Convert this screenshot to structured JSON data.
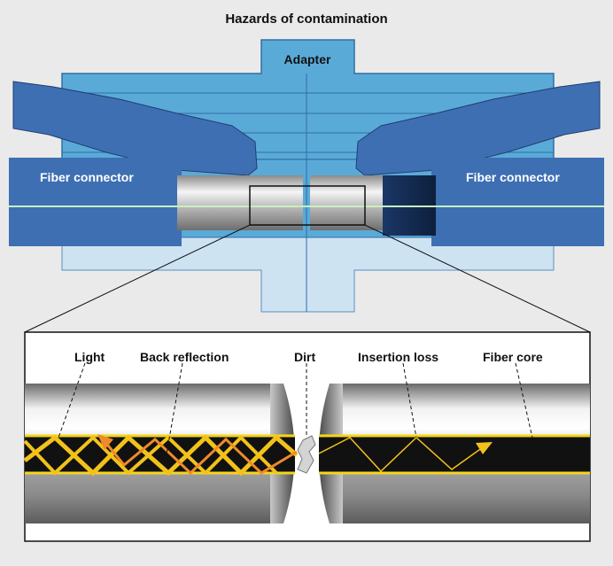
{
  "title": "Hazards of contamination",
  "labels": {
    "adapter": "Adapter",
    "connector_left": "Fiber connector",
    "connector_right": "Fiber connector",
    "light": "Light",
    "back_reflection": "Back reflection",
    "dirt": "Dirt",
    "insertion_loss": "Insertion loss",
    "fiber_core": "Fiber core"
  },
  "colors": {
    "background": "#eaeaea",
    "adapter_blue": "#5aaad8",
    "adapter_light": "#cde3f2",
    "connector_blue": "#3e6fb3",
    "core_fill": "#111111",
    "core_line": "#f4d51c",
    "light_ray": "#f2c21a",
    "reflection_ray": "#ef8a2a",
    "label_text_dark": "#111111",
    "label_text_light": "#ffffff"
  }
}
